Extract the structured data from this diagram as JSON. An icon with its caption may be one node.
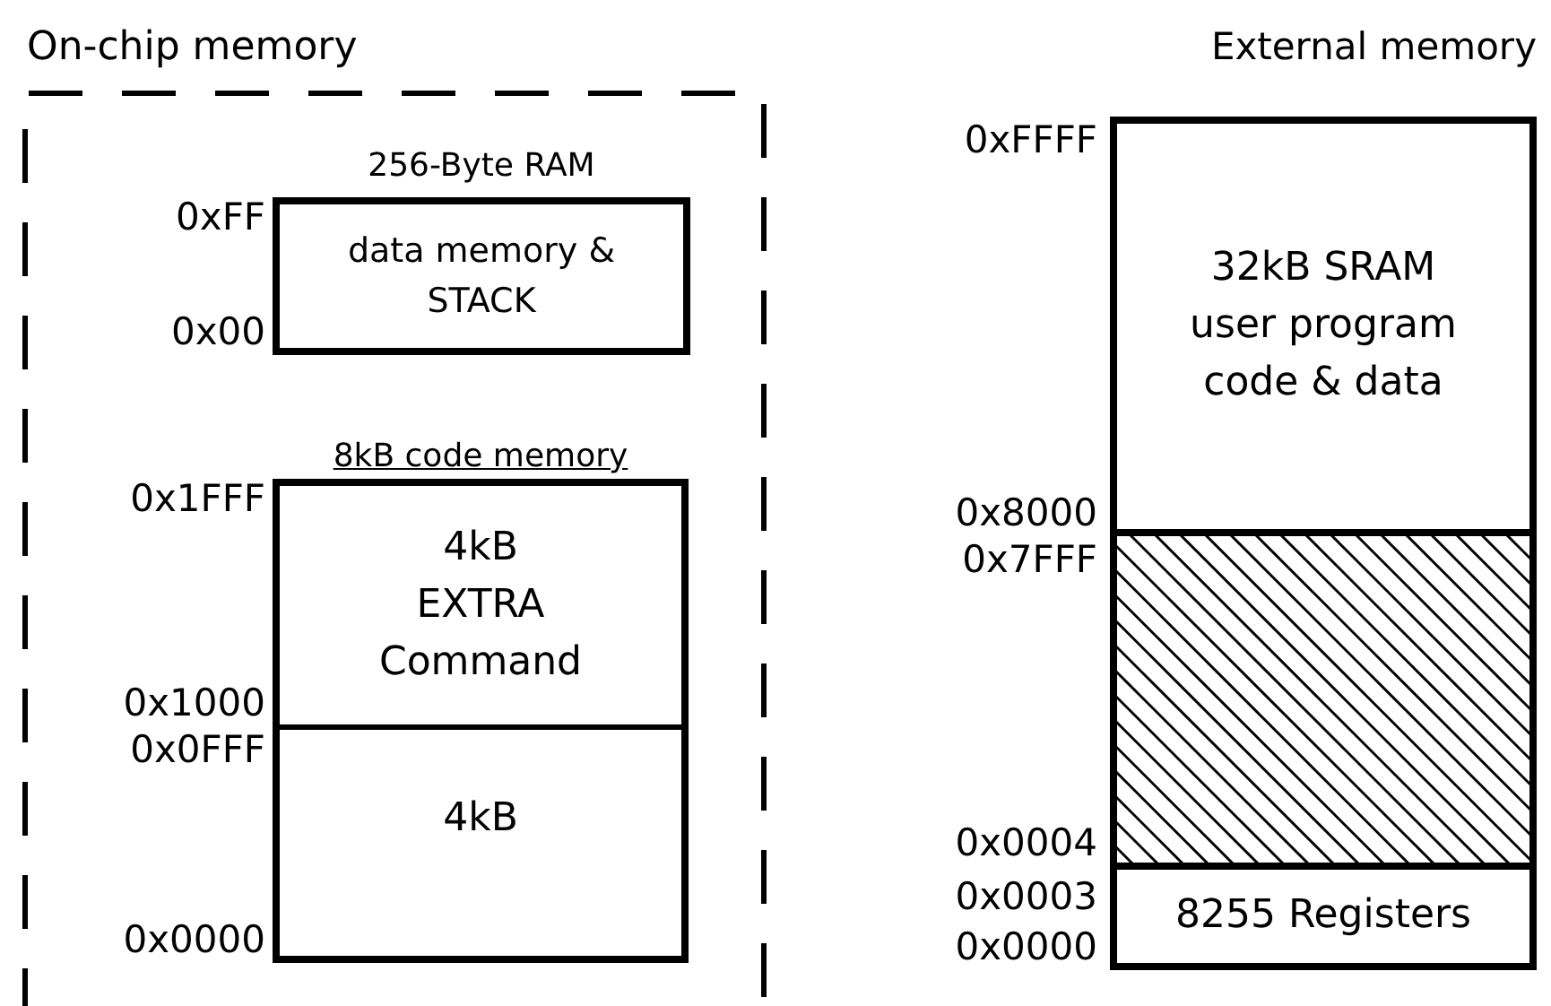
{
  "diagram": {
    "nodes": [
      {
        "text": [
          "On-chip memory"
        ]
      },
      {
        "text": [
          "256-Byte RAM",
          "data memory & STACK"
        ],
        "in": 0
      },
      {
        "text": [
          "8kB code memory"
        ],
        "in": 0
      },
      {
        "text": [
          "4kB EXTRA Command"
        ],
        "in": 2
      },
      {
        "text": [
          "4kB"
        ],
        "in": 2
      },
      {
        "text": [
          "32kB SRAM user program code & data"
        ]
      },
      {
        "text": [],
        "shape": "box"
      },
      {
        "text": [
          "8255 Registers"
        ]
      }
    ],
    "labels": [
      "0xFF",
      "0x00",
      "0x1FFF",
      "0x1000",
      "0x0FFF",
      "0x0000",
      "External memory",
      "0xFFFF",
      "0x8000",
      "0x7FFF",
      "0x0004",
      "0x0003",
      "0x0000"
    ]
  }
}
